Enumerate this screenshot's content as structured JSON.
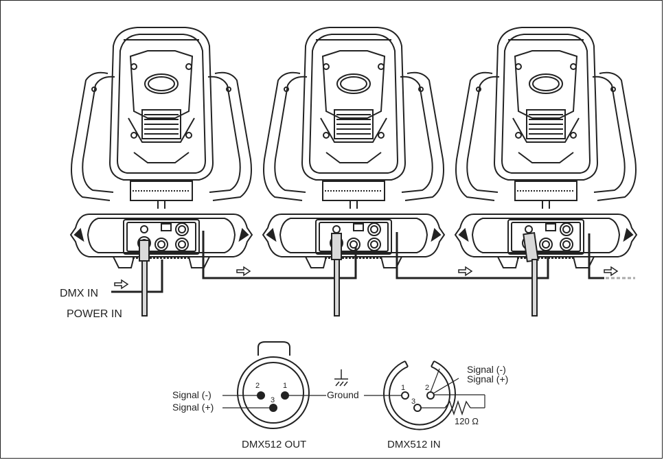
{
  "wiring": {
    "dmx_in_label": "DMX IN",
    "power_in_label": "POWER IN"
  },
  "dmx_out": {
    "title": "DMX512 OUT",
    "signal_minus": "Signal (-)",
    "signal_plus": "Signal (+)",
    "pin1": "1",
    "pin2": "2",
    "pin3": "3"
  },
  "dmx_in": {
    "title": "DMX512 IN",
    "ground": "Ground",
    "signal_minus": "Signal (-)",
    "signal_plus": "Signal (+)",
    "resistor": "120 Ω",
    "pin1": "1",
    "pin2": "2",
    "pin3": "3"
  },
  "colors": {
    "line": "#222222",
    "arrow_fill": "#ffffff",
    "cable_fill": "#d9d9d9"
  }
}
